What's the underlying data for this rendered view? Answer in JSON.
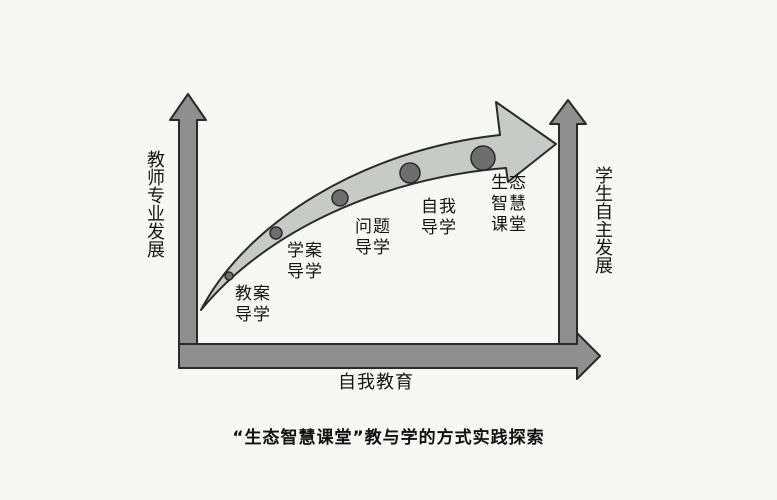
{
  "axes": {
    "left_label": "教师专业发展",
    "right_label": "学生自主发展",
    "bottom_label": "自我教育"
  },
  "stages": [
    {
      "lines": [
        "教案",
        "导学"
      ]
    },
    {
      "lines": [
        "学案",
        "导学"
      ]
    },
    {
      "lines": [
        "问题",
        "导学"
      ]
    },
    {
      "lines": [
        "自我",
        "导学"
      ]
    },
    {
      "lines": [
        "生态",
        "智慧",
        "课堂"
      ]
    }
  ],
  "caption": "“生态智慧课堂”教与学的方式实践探索",
  "colors": {
    "axis_fill": "#8f8f8f",
    "band_fill": "#c7cbc8",
    "dot_fill": "#6e6e6e",
    "outline": "#2a2a2a"
  }
}
